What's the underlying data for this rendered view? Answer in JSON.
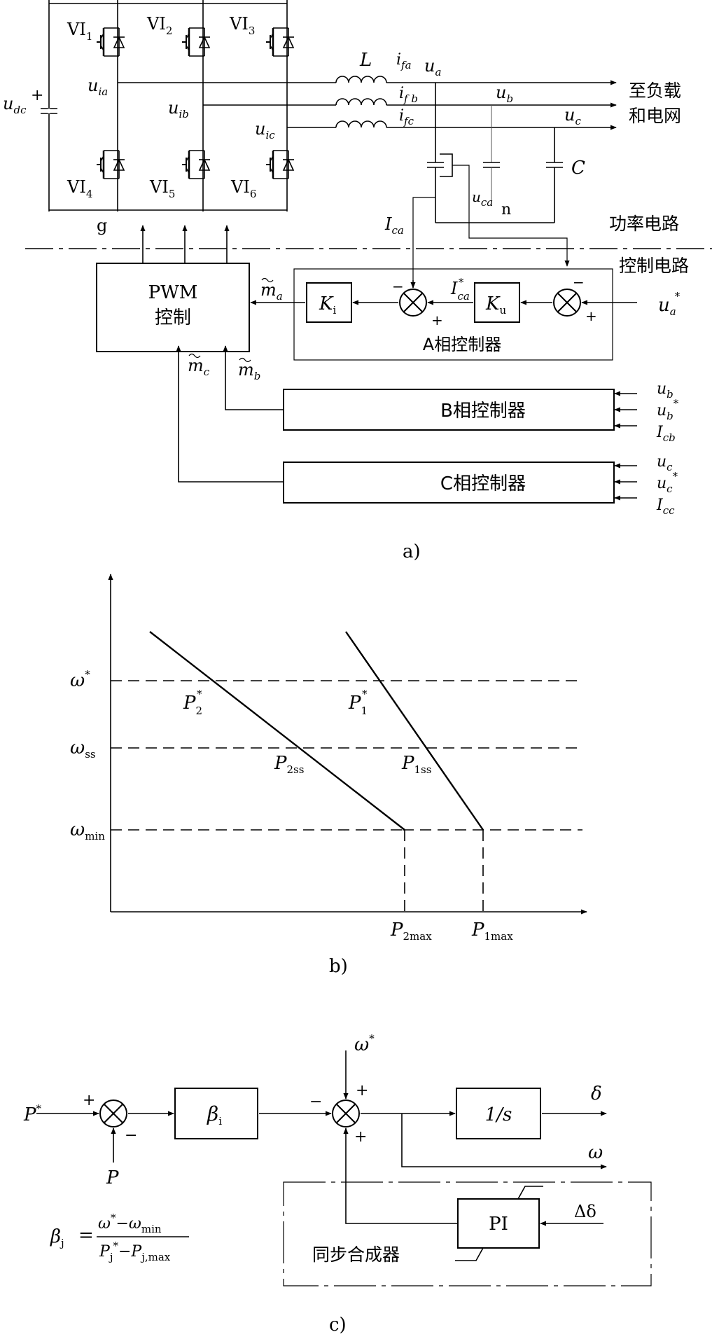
{
  "figure_labels": {
    "a": "a)",
    "b": "b)",
    "c": "c)"
  },
  "part_a": {
    "switches": [
      {
        "base": "VI",
        "sub": "1"
      },
      {
        "base": "VI",
        "sub": "2"
      },
      {
        "base": "VI",
        "sub": "3"
      },
      {
        "base": "VI",
        "sub": "4"
      },
      {
        "base": "VI",
        "sub": "5"
      },
      {
        "base": "VI",
        "sub": "6"
      }
    ],
    "udc": {
      "base": "u",
      "sub": "dc",
      "sign": "+"
    },
    "ground": "g",
    "inverter_nodes": [
      {
        "base": "u",
        "sub": "ia"
      },
      {
        "base": "u",
        "sub": "ib"
      },
      {
        "base": "u",
        "sub": "ic"
      }
    ],
    "inductor": "L",
    "currents": [
      {
        "base": "i",
        "sub": "fa"
      },
      {
        "base": "i",
        "sub": "f b"
      },
      {
        "base": "i",
        "sub": "fc"
      }
    ],
    "outputs": [
      {
        "base": "u",
        "sub": "a"
      },
      {
        "base": "u",
        "sub": "b"
      },
      {
        "base": "u",
        "sub": "c"
      }
    ],
    "load_label_1": "至负载",
    "load_label_2": "和电网",
    "capacitor": "C",
    "cap_voltage": {
      "base": "u",
      "sub": "ca"
    },
    "neutral": "n",
    "cap_current": {
      "base": "I",
      "sub": "ca"
    },
    "power_circuit": "功率电路",
    "control_circuit": "控制电路",
    "pwm_1": "PWM",
    "pwm_2": "控制",
    "ki": {
      "base": "K",
      "sub": "i"
    },
    "ku": {
      "base": "K",
      "sub": "u"
    },
    "ma": {
      "base": "m",
      "sub": "a"
    },
    "mb": {
      "base": "m",
      "sub": "b"
    },
    "mc": {
      "base": "m",
      "sub": "c"
    },
    "ica_ref": {
      "base": "I",
      "sub": "ca",
      "sup": "*"
    },
    "ua_ref": {
      "base": "u",
      "sub": "a",
      "sup": "*"
    },
    "sign_minus": "−",
    "sign_plus": "+",
    "phase_a_controller": "A相控制器",
    "phase_b_controller": "B相控制器",
    "phase_c_controller": "C相控制器",
    "b_inputs": [
      {
        "base": "u",
        "sub": "b",
        "sup": ""
      },
      {
        "base": "u",
        "sub": "b",
        "sup": "*"
      },
      {
        "base": "I",
        "sub": "cb",
        "sup": ""
      }
    ],
    "c_inputs": [
      {
        "base": "u",
        "sub": "c",
        "sup": ""
      },
      {
        "base": "u",
        "sub": "c",
        "sup": "*"
      },
      {
        "base": "I",
        "sub": "cc",
        "sup": ""
      }
    ]
  },
  "part_b": {
    "y_ticks": [
      {
        "base": "ω",
        "sub": "",
        "sup": "*"
      },
      {
        "base": "ω",
        "sub": "ss",
        "sup": ""
      },
      {
        "base": "ω",
        "sub": "min",
        "sup": ""
      }
    ],
    "x_ticks": [
      {
        "base": "P",
        "sub": "2max"
      },
      {
        "base": "P",
        "sub": "1max"
      }
    ],
    "line_labels": [
      {
        "base": "P",
        "sub": "2",
        "sup": "*"
      },
      {
        "base": "P",
        "sub": "1",
        "sup": "*"
      },
      {
        "base": "P",
        "sub": "2ss",
        "sup": ""
      },
      {
        "base": "P",
        "sub": "1ss",
        "sup": ""
      }
    ]
  },
  "part_c": {
    "p_ref": {
      "base": "P",
      "sup": "*"
    },
    "p_fb": "P",
    "beta": {
      "base": "β",
      "sub": "i"
    },
    "omega_ref": {
      "base": "ω",
      "sup": "*"
    },
    "integrator": "1/s",
    "delta": "δ",
    "omega": "ω",
    "pi": "PI",
    "delta_delta": "Δδ",
    "synchronizer": "同步合成器",
    "formula_lhs": {
      "base": "β",
      "sub": "j"
    },
    "formula_equals": "=",
    "formula_num": {
      "a": "ω",
      "a_sup": "*",
      "minus": "−",
      "b": "ω",
      "b_sub": "min"
    },
    "formula_den": {
      "a": "P",
      "a_sub": "j",
      "a_sup": "*",
      "minus": "−",
      "b": "P",
      "b_sub": "j,max"
    }
  }
}
